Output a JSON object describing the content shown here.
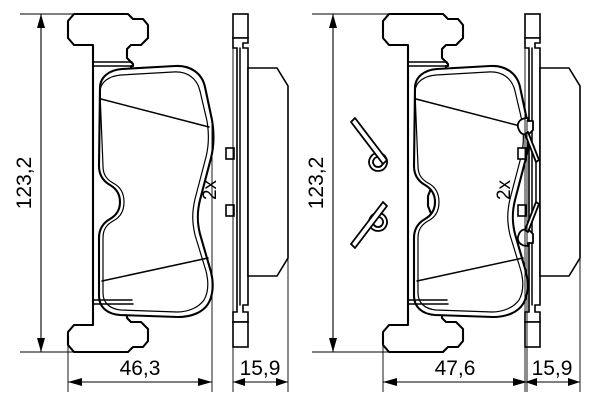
{
  "drawing": {
    "title": "Brake Pad Set Technical Drawing",
    "background_color": "#ffffff",
    "line_color": "#000000",
    "views": [
      {
        "id": "view-1",
        "name": "pad-face-view-left",
        "description": "Brake pad face view without spring clip"
      },
      {
        "id": "view-2",
        "name": "pad-edge-view-left",
        "description": "Brake pad edge / side view without spring clip"
      },
      {
        "id": "view-3",
        "name": "pad-face-view-right",
        "description": "Brake pad face view with wire spring clip"
      },
      {
        "id": "view-4",
        "name": "pad-edge-view-right",
        "description": "Brake pad edge / side view with wire spring clip"
      }
    ],
    "dimensions": {
      "height_left": "123,2",
      "height_right": "123,2",
      "width_left": "46,3",
      "width_right": "47,6",
      "thickness_left": "15,9",
      "thickness_right": "15,9"
    },
    "quantities": {
      "left_quantity": "2x",
      "right_quantity": "2x"
    }
  }
}
